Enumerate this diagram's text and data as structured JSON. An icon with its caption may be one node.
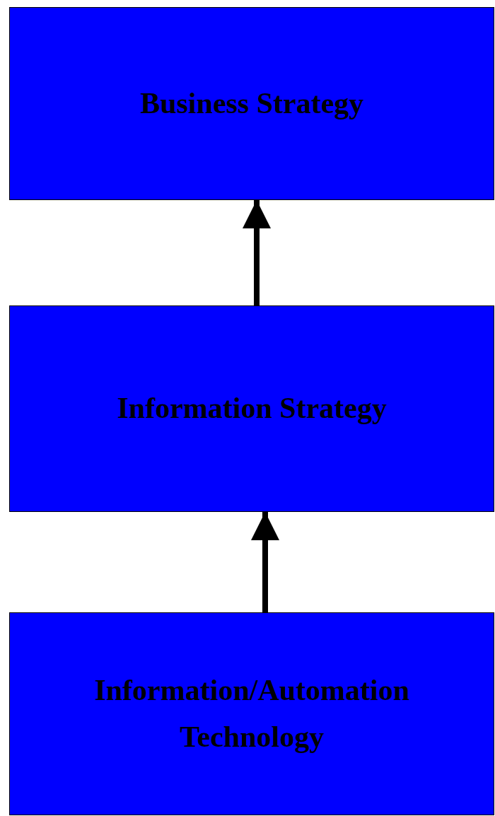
{
  "diagram": {
    "nodes": [
      {
        "text": [
          "Business Strategy"
        ]
      },
      {
        "text": [
          "Information Strategy"
        ]
      },
      {
        "text": [
          "Information/Automation Technology"
        ]
      }
    ],
    "edges": [
      {
        "from": 1,
        "to": 0,
        "arrow": "to"
      },
      {
        "from": 2,
        "to": 1,
        "arrow": "to"
      }
    ]
  }
}
